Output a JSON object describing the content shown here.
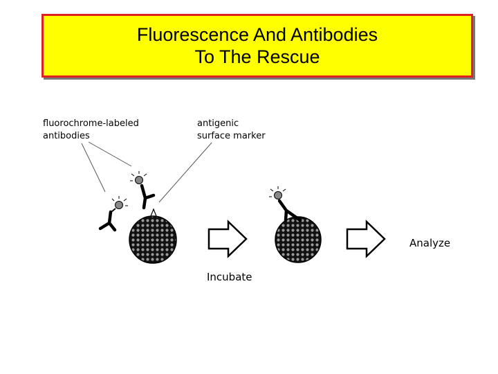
{
  "title": {
    "line1": "Fluorescence And Antibodies",
    "line2": "To The Rescue"
  },
  "labels": {
    "antibodies_line1": "fluorochrome-labeled",
    "antibodies_line2": "antibodies",
    "marker_line1": "antigenic",
    "marker_line2": "surface marker",
    "incubate": "Incubate",
    "analyze": "Analyze"
  },
  "colors": {
    "title_bg": "#ffff00",
    "title_border": "#e02020"
  }
}
